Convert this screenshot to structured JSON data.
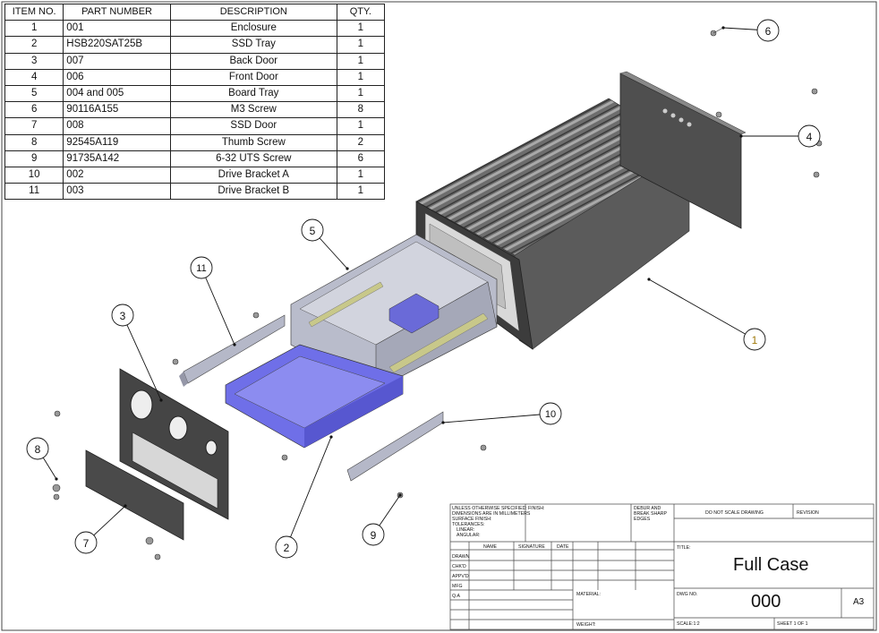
{
  "bom": {
    "headers": {
      "item": "ITEM NO.",
      "part": "PART NUMBER",
      "desc": "DESCRIPTION",
      "qty": "QTY."
    },
    "rows": [
      {
        "item": "1",
        "part": "001",
        "desc": "Enclosure",
        "qty": "1"
      },
      {
        "item": "2",
        "part": "HSB220SAT25B",
        "desc": "SSD Tray",
        "qty": "1"
      },
      {
        "item": "3",
        "part": "007",
        "desc": "Back Door",
        "qty": "1"
      },
      {
        "item": "4",
        "part": "006",
        "desc": "Front Door",
        "qty": "1"
      },
      {
        "item": "5",
        "part": "004 and 005",
        "desc": "Board Tray",
        "qty": "1"
      },
      {
        "item": "6",
        "part": "90116A155",
        "desc": "M3 Screw",
        "qty": "8"
      },
      {
        "item": "7",
        "part": "008",
        "desc": "SSD Door",
        "qty": "1"
      },
      {
        "item": "8",
        "part": "92545A119",
        "desc": "Thumb Screw",
        "qty": "2"
      },
      {
        "item": "9",
        "part": "91735A142",
        "desc": "6-32 UTS Screw",
        "qty": "6"
      },
      {
        "item": "10",
        "part": "002",
        "desc": "Drive Bracket A",
        "qty": "1"
      },
      {
        "item": "11",
        "part": "003",
        "desc": "Drive Bracket B",
        "qty": "1"
      }
    ]
  },
  "balloons": [
    "1",
    "2",
    "3",
    "4",
    "5",
    "6",
    "7",
    "8",
    "9",
    "10",
    "11"
  ],
  "title_block": {
    "unless_lines": [
      "UNLESS OTHERWISE SPECIFIED:",
      "DIMENSIONS ARE IN MILLIMETERS",
      "SURFACE FINISH:",
      "TOLERANCES:",
      "LINEAR:",
      "ANGULAR:"
    ],
    "finish": "FINISH:",
    "deburr_lines": [
      "DEBUR AND",
      "BREAK SHARP",
      "EDGES"
    ],
    "do_not_scale": "DO NOT SCALE DRAWING",
    "revision": "REVISION",
    "col_name": "NAME",
    "col_signature": "SIGNATURE",
    "col_date": "DATE",
    "rows": [
      "DRAWN",
      "CHK'D",
      "APPV'D",
      "MFG",
      "Q.A"
    ],
    "material": "MATERIAL:",
    "weight": "WEIGHT:",
    "title_label": "TITLE:",
    "title": "Full Case",
    "dwg_label": "DWG NO.",
    "dwg_no": "000",
    "size": "A3",
    "scale": "SCALE:1:2",
    "sheet": "SHEET 1 OF 1"
  }
}
